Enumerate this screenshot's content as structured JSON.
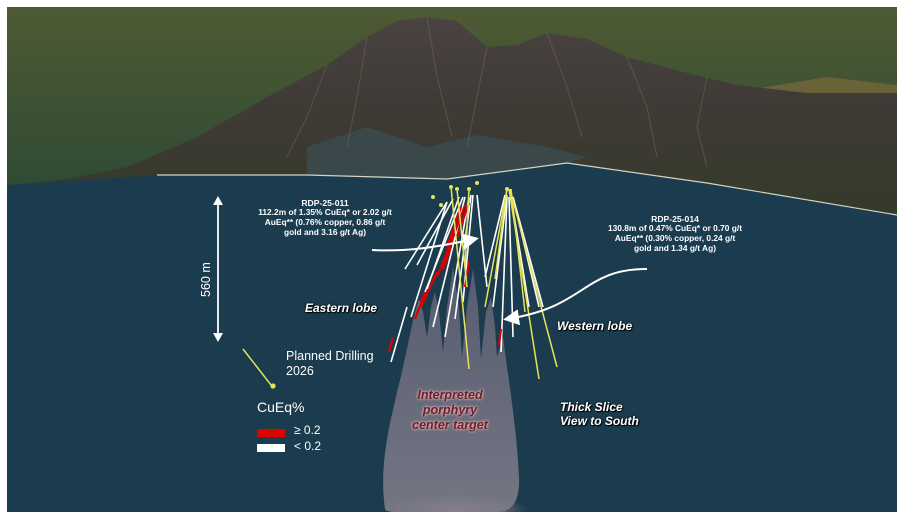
{
  "diagram": {
    "holes": {
      "rdp_25_011": {
        "id": "RDP-25-011",
        "lines": [
          "112.2m of 1.35% CuEq* or 2.02 g/t",
          "AuEq** (0.76% copper, 0.86 g/t",
          "gold and 3.16 g/t Ag)"
        ]
      },
      "rdp_25_014": {
        "id": "RDP-25-014",
        "lines": [
          "130.8m of 0.47% CuEq* or 0.70 g/t",
          "AuEq** (0.30% copper, 0.24 g/t",
          "gold and 1.34 g/t Ag)"
        ]
      }
    },
    "labels": {
      "eastern_lobe": "Eastern lobe",
      "western_lobe": "Western lobe",
      "target": [
        "Interpreted",
        "porphyry",
        "center target"
      ],
      "thick_slice": [
        "Thick Slice",
        "View to South"
      ],
      "planned": [
        "Planned Drilling",
        "2026"
      ],
      "scale": "560 m"
    },
    "legend": {
      "title": "CuEq%",
      "items": [
        {
          "label": "≥ 0.2",
          "color": "#e00000"
        },
        {
          "label": "< 0.2",
          "color": "#ffffff"
        }
      ]
    },
    "colors": {
      "sky": "#48582e",
      "section": "#1b3b4e",
      "target": "#6f7180",
      "planned": "#e4e35a",
      "high_grade": "#e00000"
    }
  }
}
